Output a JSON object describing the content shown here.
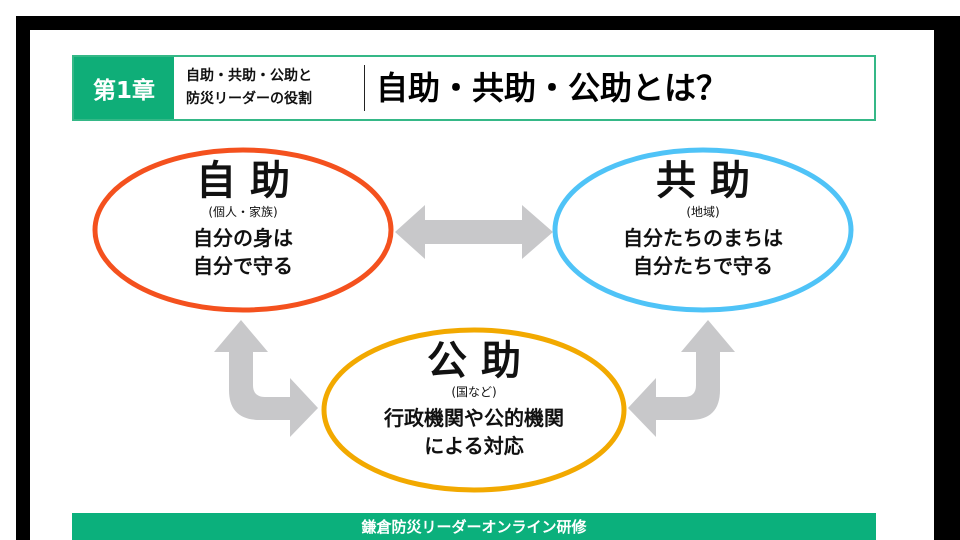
{
  "header": {
    "chapter": "第1章",
    "subtitle_line1": "自助・共助・公助と",
    "subtitle_line2": "防災リーダーの役割",
    "title": "自助・共助・公助とは？"
  },
  "nodes": [
    {
      "title": "自助",
      "scope": "(個人・家族)",
      "desc_line1": "自分の身は",
      "desc_line2": "自分で守る",
      "color": "#f4511e"
    },
    {
      "title": "共助",
      "scope": "(地域)",
      "desc_line1": "自分たちのまちは",
      "desc_line2": "自分たちで守る",
      "color": "#4fc3f7"
    },
    {
      "title": "公助",
      "scope": "(国など)",
      "desc_line1": "行政機関や公的機関",
      "desc_line2": "による対応",
      "color": "#f2a900"
    }
  ],
  "arrow_color": "#c8c8ca",
  "footer": {
    "text": "鎌倉防災リーダーオンライン研修"
  }
}
